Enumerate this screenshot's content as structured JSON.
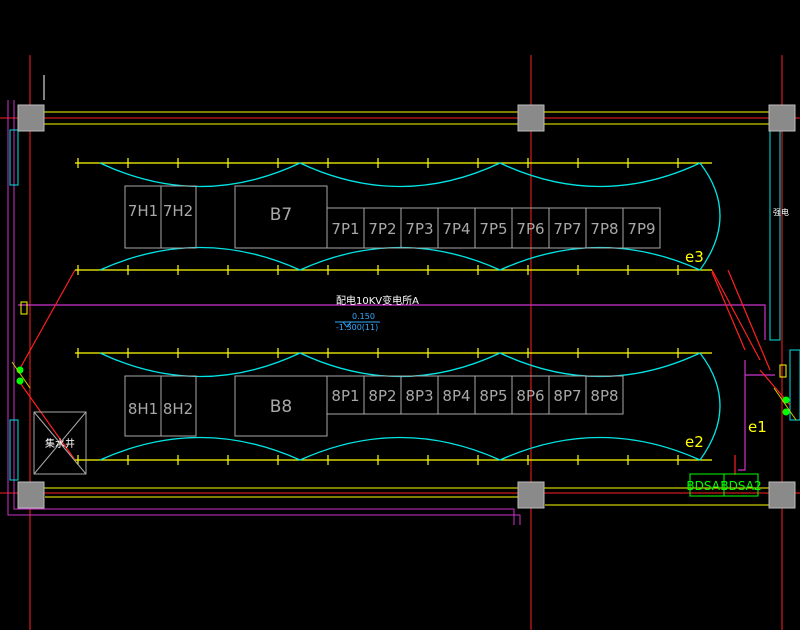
{
  "colors": {
    "grid": "#ff2020",
    "tray": "#ffff00",
    "arc": "#00e5e5",
    "route": "#cc33cc",
    "box": "#a8a8a8",
    "column": "#8a8a8a",
    "busbar": "#00ff00"
  },
  "row7": {
    "cabinets_left": [
      "7H1",
      "7H2"
    ],
    "transformer": "B7",
    "panels": [
      "7P1",
      "7P2",
      "7P3",
      "7P4",
      "7P5",
      "7P6",
      "7P7",
      "7P8",
      "7P9"
    ],
    "tray_tag": "e3"
  },
  "row8": {
    "cabinets_left": [
      "8H1",
      "8H2"
    ],
    "transformer": "B8",
    "panels": [
      "8P1",
      "8P2",
      "8P3",
      "8P4",
      "8P5",
      "8P6",
      "8P7",
      "8P8"
    ],
    "tray_tag": "e2"
  },
  "riser_tag": "e1",
  "corridor": {
    "title": "配电10KV变电所A",
    "elevation_top": "0.150",
    "elevation_bottom": "-1.300(11)"
  },
  "busbars": [
    "BDSA1",
    "BDSA2"
  ],
  "shaft_label": "集水井",
  "side_note": "强电"
}
